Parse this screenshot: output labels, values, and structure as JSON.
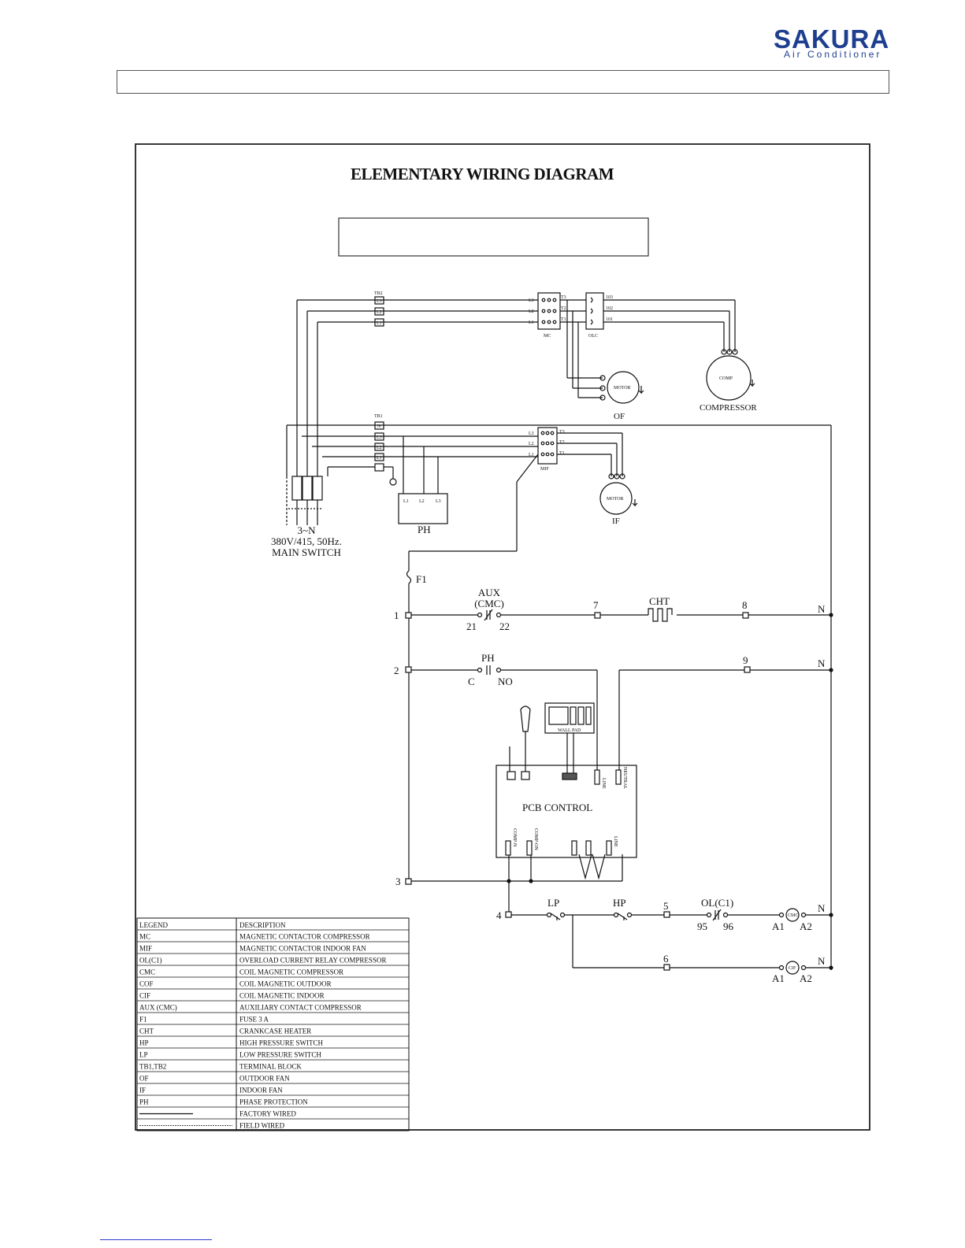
{
  "header": {
    "logo": "SAKURA",
    "logo_sub": "Air Conditioner",
    "logo_reg": "®"
  },
  "diagram": {
    "title": "ELEMENTARY WIRING DIAGRAM",
    "power": {
      "tb2": "TB2",
      "tb1": "TB1",
      "l1": "L1",
      "l2": "L2",
      "l3": "L3",
      "n": "N",
      "t1": "T1",
      "t2": "T2",
      "t3": "T3",
      "olc_101": "101",
      "olc_102": "102",
      "olc_103": "103",
      "mc": "MC",
      "olc": "OLC",
      "mif": "MIF",
      "motor": "MOTOR",
      "of": "OF",
      "comp": "COMP",
      "compressor": "COMPRESSOR",
      "if": "IF",
      "ph": "PH",
      "main_switch_1": "3~N",
      "main_switch_2": "380V/415, 50Hz.",
      "main_switch_3": "MAIN SWITCH"
    },
    "control": {
      "f1": "F1",
      "aux": "AUX",
      "cmc": "(CMC)",
      "n21": "21",
      "n22": "22",
      "node1": "1",
      "node2": "2",
      "node3": "3",
      "node4": "4",
      "node5": "5",
      "node6": "6",
      "node7": "7",
      "node8": "8",
      "node9": "9",
      "cht": "CHT",
      "ph": "PH",
      "c": "C",
      "no": "NO",
      "n": "N",
      "wall_pad": "WALL PAD",
      "pcb_control": "PCB CONTROL",
      "line": "LINE",
      "neutral": "NEUTRAL",
      "comp_n": "COMP-N",
      "comp_on": "COMP-ON",
      "lp_label": "LP",
      "hp_label": "HP",
      "ol_c1": "OL(C1)",
      "n95": "95",
      "n96": "96",
      "a1": "A1",
      "a2": "A2",
      "cmc_coil": "CMC",
      "cif_coil": "CIF"
    },
    "legend": {
      "head_legend": "LEGEND",
      "head_desc": "DESCRIPTION",
      "rows": [
        {
          "code": "MC",
          "desc": "MAGNETIC CONTACTOR COMPRESSOR"
        },
        {
          "code": "MIF",
          "desc": "MAGNETIC CONTACTOR INDOOR FAN"
        },
        {
          "code": "OL(C1)",
          "desc": "OVERLOAD CURRENT RELAY COMPRESSOR"
        },
        {
          "code": "CMC",
          "desc": "COIL MAGNETIC COMPRESSOR"
        },
        {
          "code": "COF",
          "desc": "COIL MAGNETIC OUTDOOR"
        },
        {
          "code": "CIF",
          "desc": "COIL MAGNETIC INDOOR"
        },
        {
          "code": "AUX (CMC)",
          "desc": "AUXILIARY CONTACT COMPRESSOR"
        },
        {
          "code": "F1",
          "desc": "FUSE 3 A"
        },
        {
          "code": "CHT",
          "desc": "CRANKCASE HEATER"
        },
        {
          "code": "HP",
          "desc": "HIGH PRESSURE SWITCH"
        },
        {
          "code": "LP",
          "desc": "LOW PRESSURE SWITCH"
        },
        {
          "code": "TB1,TB2",
          "desc": "TERMINAL BLOCK"
        },
        {
          "code": "OF",
          "desc": "OUTDOOR FAN"
        },
        {
          "code": "IF",
          "desc": "INDOOR  FAN"
        },
        {
          "code": "PH",
          "desc": "PHASE PROTECTION"
        },
        {
          "code": "",
          "desc": "FACTORY WIRED"
        },
        {
          "code": "",
          "desc": "FIELD WIRED"
        }
      ]
    }
  }
}
